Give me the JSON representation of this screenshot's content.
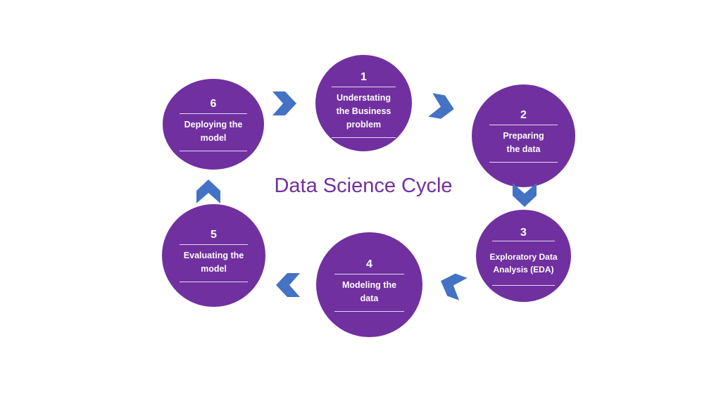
{
  "title": "Data Science Cycle",
  "colors": {
    "circle": "#7030a0",
    "arrow": "#4472c4",
    "title": "#7030a0"
  },
  "steps": [
    {
      "number": "1",
      "label": "Understating the Business problem"
    },
    {
      "number": "2",
      "label": "Preparing the data"
    },
    {
      "number": "3",
      "label": "Exploratory Data Analysis (EDA)"
    },
    {
      "number": "4",
      "label": "Modeling the data"
    },
    {
      "number": "5",
      "label": "Evaluating the model"
    },
    {
      "number": "6",
      "label": "Deploying the model"
    }
  ]
}
